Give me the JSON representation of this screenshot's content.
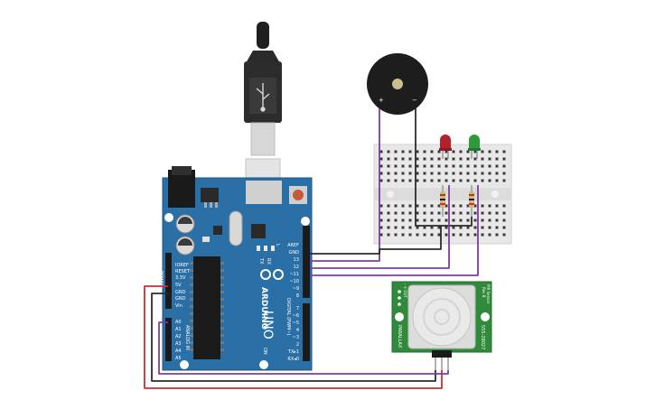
{
  "arduino": {
    "brand": "ARDUINO",
    "model": "UNO",
    "on_label": "ON",
    "tx_label": "TX",
    "rx_label": "RX",
    "l_label": "L",
    "power_header": "POWER",
    "analog_header": "ANALOG IN",
    "digital_header": "DIGITAL (PWM~)",
    "power_pins": [
      "IOREF",
      "RESET",
      "3.3V",
      "5V",
      "GND",
      "GND",
      "Vin"
    ],
    "analog_pins": [
      "A0",
      "A1",
      "A2",
      "A3",
      "A4",
      "A5"
    ],
    "digital_top_pins": [
      "AREF",
      "GND",
      "13",
      "12",
      "~11",
      "~10",
      "~9",
      "8"
    ],
    "digital_bottom_pins": [
      "7",
      "~6",
      "~5",
      "4",
      "~3",
      "2",
      "TX▸1",
      "RX◂0"
    ]
  },
  "buzzer": {
    "plus": "+",
    "minus": "−"
  },
  "pir": {
    "label_left": "PARALLAX",
    "label_right": "555-28027",
    "label_top_right": "PIR Sensor",
    "label_rev": "Rev B",
    "label_pins": "- + OUT"
  },
  "colors": {
    "board": "#2a6fa6",
    "board_dark": "#1e5a8a",
    "wire_purple": "#7b3fa0",
    "wire_black": "#2b2b2b",
    "wire_red": "#c8312e",
    "led_red": "#b0232a",
    "led_green": "#2f9a3a",
    "pir_board": "#2f8a3b"
  }
}
